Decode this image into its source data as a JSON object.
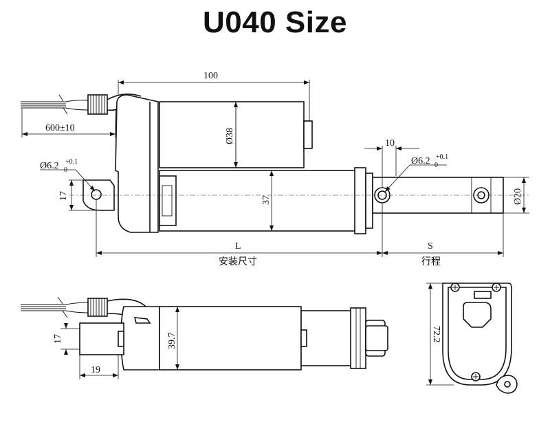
{
  "title": "U040 Size",
  "labels": {
    "len_100": "100",
    "cable_600": "600±10",
    "dia_38": "Ø38",
    "hole_left": "Ø6.2",
    "tol_plus": "+0.1",
    "tol_zero": "0",
    "dim_17_top": "17",
    "dim_37": "37",
    "dim_10": "10",
    "hole_right": "Ø6.2",
    "dia_20": "Ø20",
    "dim_L": "L",
    "dim_S": "S",
    "install_size": "安装尺寸",
    "stroke": "行程",
    "dim_17_bottom": "17",
    "dim_39_7": "39.7",
    "dim_19": "19",
    "dim_72_2": "72.2"
  },
  "colors": {
    "line": "#111111",
    "background": "#ffffff"
  }
}
